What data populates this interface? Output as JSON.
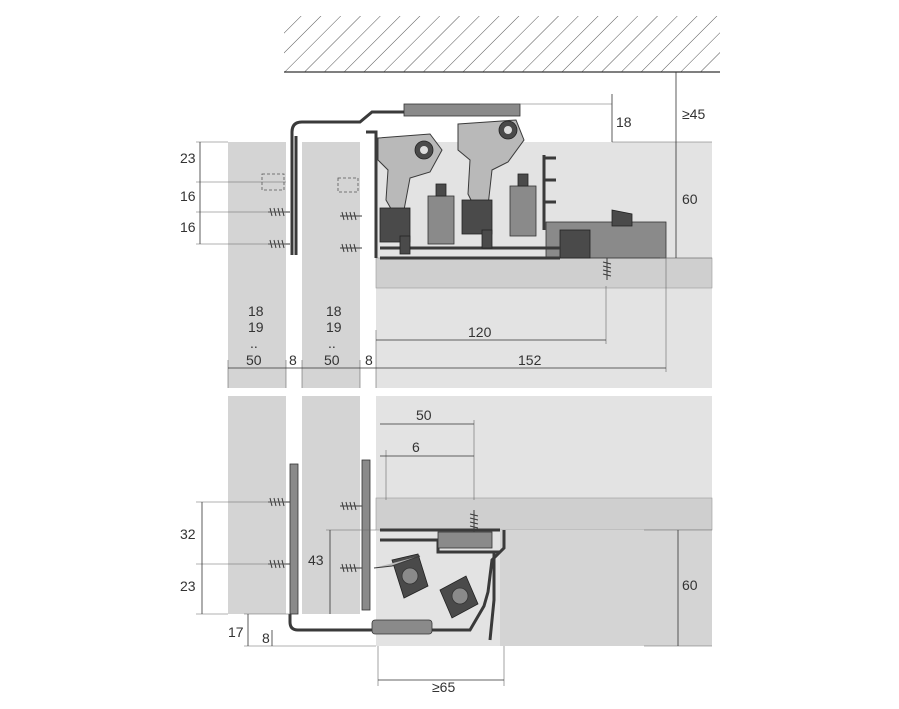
{
  "colors": {
    "panel": "#d4d4d4",
    "panel_light": "#e3e3e3",
    "line": "#333333",
    "hardware_dark": "#4a4a4a",
    "hardware_mid": "#8a8a8a",
    "background": "#ffffff"
  },
  "dimensions_top": {
    "ceiling_gap": "≥45",
    "track_offset": "18",
    "track_height": "60",
    "screw_spacing_top": "23",
    "screw_spacing_mid": "16",
    "screw_spacing_low": "16",
    "door1_thickness_a": "18",
    "door1_thickness_b": "19",
    "door1_thickness_dots": "..",
    "door1_thickness_c": "50",
    "door2_thickness_a": "18",
    "door2_thickness_b": "19",
    "door2_thickness_dots": "..",
    "door2_thickness_c": "50",
    "gap_1": "8",
    "gap_2": "8",
    "screw_position": "120",
    "total_depth": "152"
  },
  "dimensions_bottom": {
    "guide_width": "50",
    "guide_offset": "6",
    "screw_upper": "32",
    "screw_lower": "23",
    "inner_height": "43",
    "bottom_track_height": "60",
    "floor_gap": "17",
    "bottom_gap": "8",
    "min_depth": "≥65"
  }
}
